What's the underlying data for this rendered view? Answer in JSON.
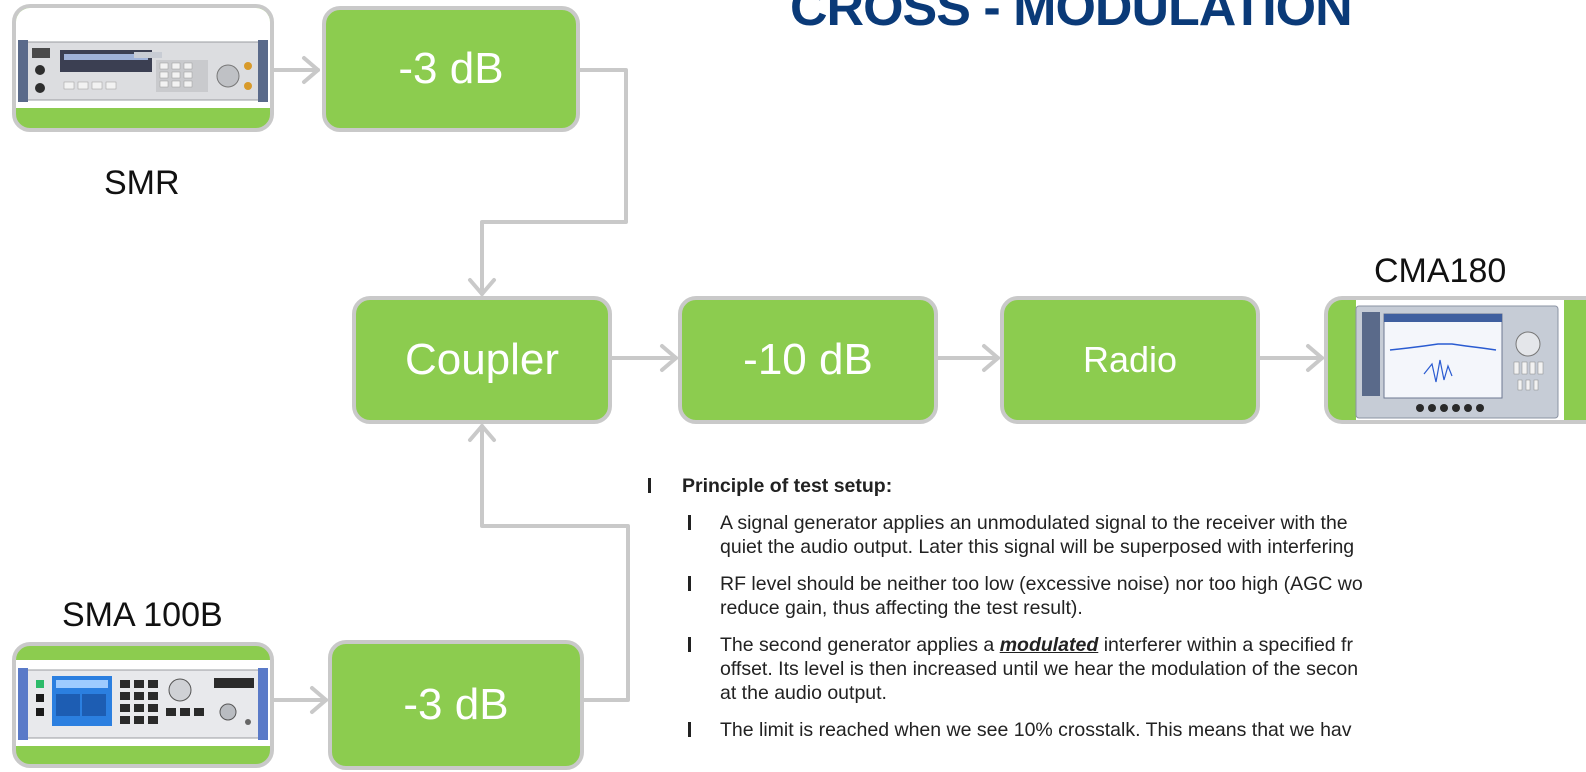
{
  "title": "CROSS - MODULATION",
  "devices": {
    "smr": {
      "label": "SMR"
    },
    "sma": {
      "label": "SMA 100B"
    },
    "cma": {
      "label": "CMA180"
    }
  },
  "boxes": {
    "atten_top": "-3 dB",
    "coupler": "Coupler",
    "atten_mid": "-10 dB",
    "radio": "Radio",
    "atten_bottom": "-3 dB"
  },
  "bullets": {
    "heading": "Principle of test setup:",
    "items": [
      {
        "lines": [
          "A signal generator applies an unmodulated signal to the receiver with the",
          "quiet the audio output. Later this signal will be superposed with interfering"
        ]
      },
      {
        "lines": [
          "RF level should be neither too low (excessive noise) nor too high (AGC wo",
          "reduce gain, thus affecting the test result)."
        ]
      },
      {
        "before": "The second generator applies a ",
        "emph": "modulated",
        "after": " interferer within a specified fr",
        "lines": [
          "offset. Its level is then increased until we hear the modulation of the secon",
          "at the audio output."
        ]
      },
      {
        "lines": [
          "The limit is reached when we see 10% crosstalk. This means that we hav"
        ]
      }
    ]
  },
  "colors": {
    "box_fill": "#8ccc4f",
    "box_border": "#c9c9c9",
    "wire": "#c9c9c9",
    "title": "#0a3a78"
  }
}
